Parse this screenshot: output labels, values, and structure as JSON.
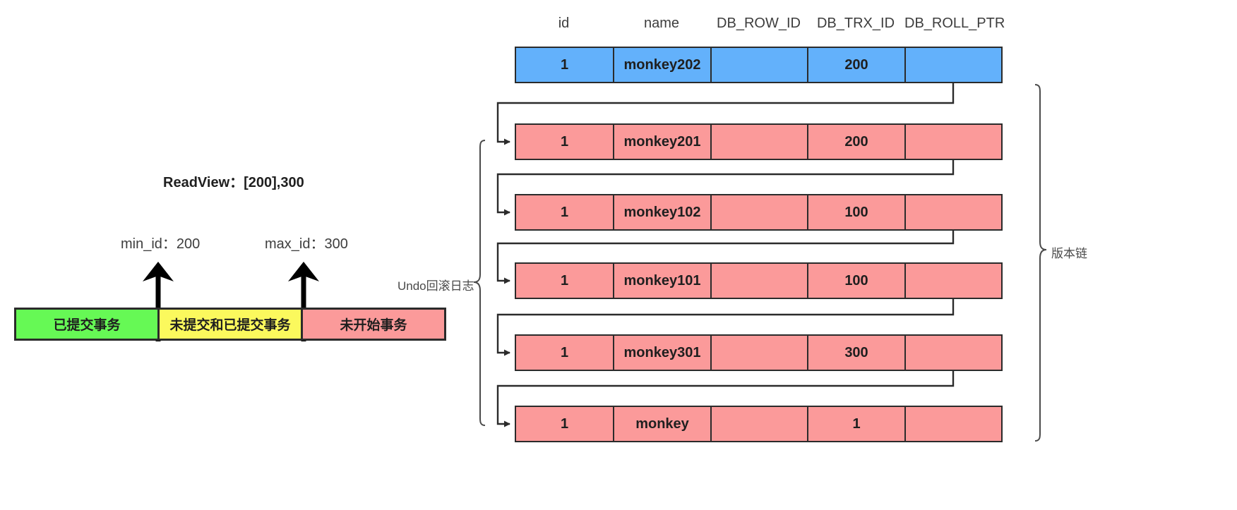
{
  "table": {
    "headers": [
      "id",
      "name",
      "DB_ROW_ID",
      "DB_TRX_ID",
      "DB_ROLL_PTR"
    ],
    "rows": [
      {
        "id": "1",
        "name": "monkey202",
        "db_row_id": "",
        "db_trx_id": "200",
        "db_roll_ptr": "",
        "color": "#63b1fb",
        "kind": "current"
      },
      {
        "id": "1",
        "name": "monkey201",
        "db_row_id": "",
        "db_trx_id": "200",
        "db_roll_ptr": "",
        "color": "#fb9a9a",
        "kind": "undo"
      },
      {
        "id": "1",
        "name": "monkey102",
        "db_row_id": "",
        "db_trx_id": "100",
        "db_roll_ptr": "",
        "color": "#fb9a9a",
        "kind": "undo"
      },
      {
        "id": "1",
        "name": "monkey101",
        "db_row_id": "",
        "db_trx_id": "100",
        "db_roll_ptr": "",
        "color": "#fb9a9a",
        "kind": "undo"
      },
      {
        "id": "1",
        "name": "monkey301",
        "db_row_id": "",
        "db_trx_id": "300",
        "db_roll_ptr": "",
        "color": "#fb9a9a",
        "kind": "undo"
      },
      {
        "id": "1",
        "name": "monkey",
        "db_row_id": "",
        "db_trx_id": "1",
        "db_roll_ptr": "",
        "color": "#fb9a9a",
        "kind": "undo"
      }
    ]
  },
  "annotations": {
    "undo_log": "Undo回滚日志",
    "version_chain": "版本链"
  },
  "readview": {
    "label": "ReadView：[200],300",
    "min_id": "min_id：200",
    "max_id": "max_id：300"
  },
  "transaction_bar": {
    "segments": [
      {
        "label": "已提交事务",
        "color": "#66f955"
      },
      {
        "label": "未提交和已提交事务",
        "color": "#fbf95d"
      },
      {
        "label": "未开始事务",
        "color": "#fb9a9a"
      }
    ]
  },
  "colors": {
    "current_row": "#63b1fb",
    "undo_row": "#fb9a9a",
    "committed": "#66f955",
    "uncommitted": "#fbf95d",
    "not_started": "#fb9a9a",
    "stroke": "#2b2b2b"
  }
}
